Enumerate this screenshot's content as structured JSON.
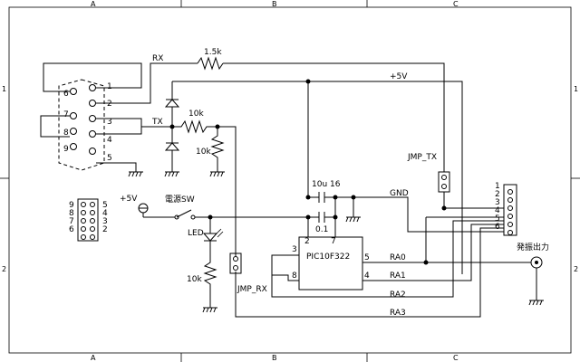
{
  "zones": {
    "columns": [
      "A",
      "B",
      "C"
    ],
    "rows": [
      "1",
      "2"
    ]
  },
  "db9": {
    "pins_left": [
      "6",
      "7",
      "8",
      "9"
    ],
    "pins_right": [
      "1",
      "2",
      "3",
      "4",
      "5"
    ]
  },
  "header10": {
    "left": [
      "9",
      "8",
      "7",
      "6"
    ],
    "right": [
      "5",
      "4",
      "3",
      "2"
    ]
  },
  "nets": {
    "rx": "RX",
    "tx": "TX",
    "vcc": "+5V",
    "vcc_in": "+5V",
    "gnd": "GND",
    "ra0": "RA0",
    "ra1": "RA1",
    "ra2": "RA2",
    "ra3": "RA3"
  },
  "components": {
    "r_rx": "1.5k",
    "r_tx": "10k",
    "r_pd": "10k",
    "r_led": "10k",
    "cap_elec": "10u 16",
    "cap_cer": "0.1",
    "switch": "電源SW",
    "led": "LED",
    "ic": "PIC10F322",
    "jmp_tx": "JMP_TX",
    "jmp_rx": "JMP_RX",
    "output": "発振出力"
  },
  "ic_pins": [
    "3",
    "8",
    "2",
    "7",
    "5",
    "4"
  ],
  "output_header": [
    "1",
    "2",
    "3",
    "4",
    "5",
    "6"
  ]
}
